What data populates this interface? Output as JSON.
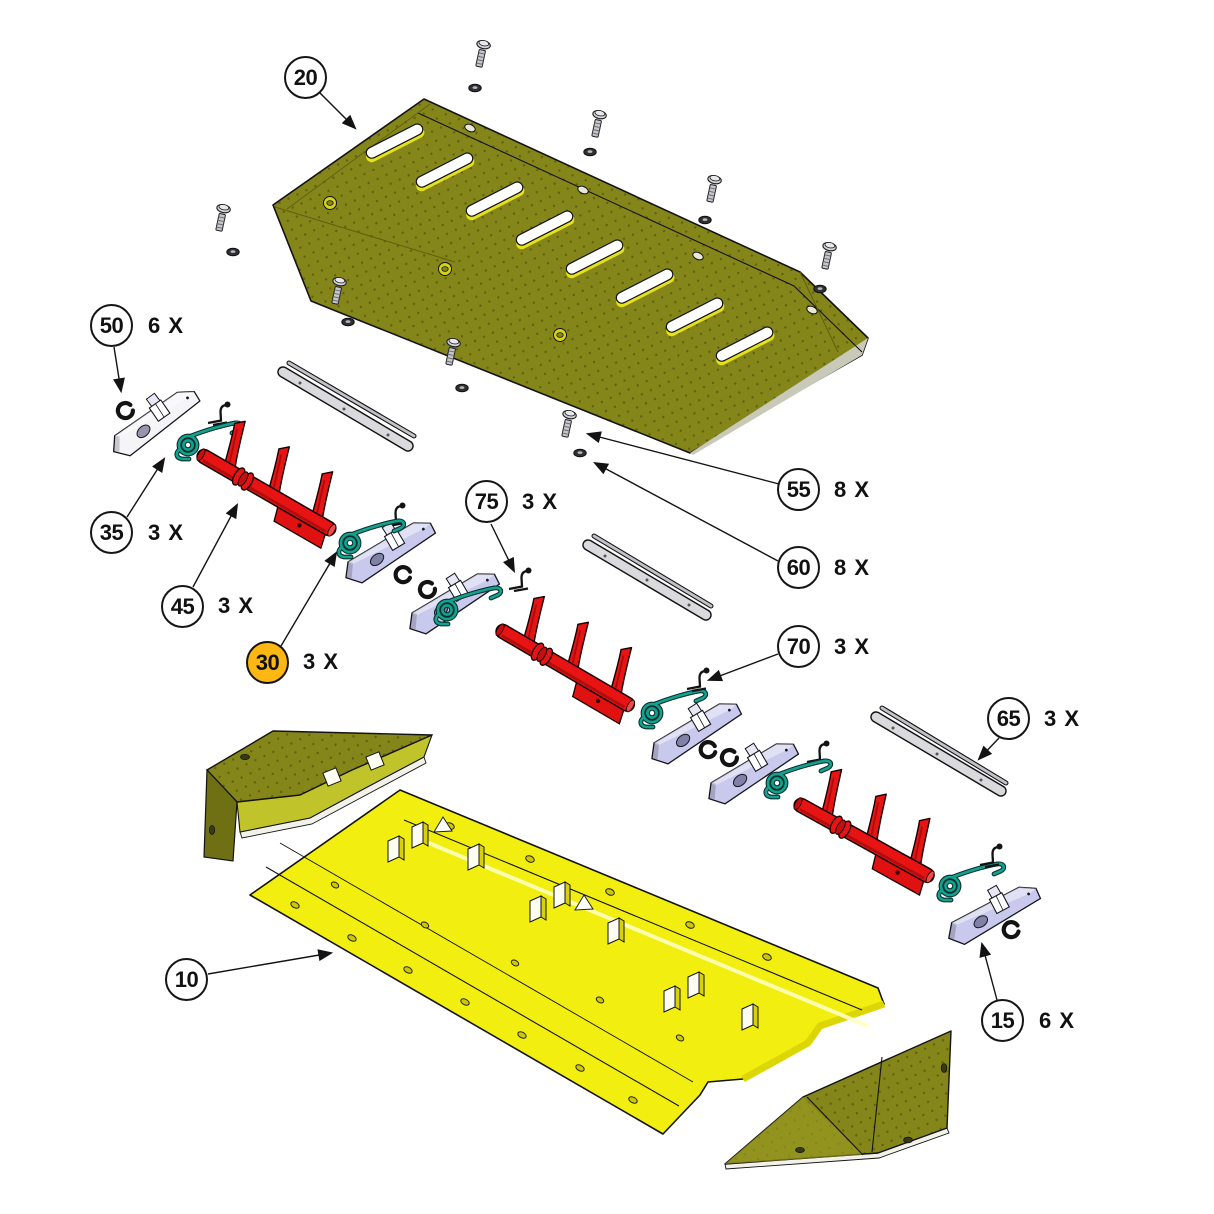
{
  "document": {
    "type": "exploded-parts-diagram",
    "background": "#ffffff"
  },
  "callouts": [
    {
      "number": "20",
      "qty": "",
      "highlighted": false
    },
    {
      "number": "50",
      "qty": "6 X",
      "highlighted": false
    },
    {
      "number": "35",
      "qty": "3 X",
      "highlighted": false
    },
    {
      "number": "45",
      "qty": "3 X",
      "highlighted": false
    },
    {
      "number": "30",
      "qty": "3 X",
      "highlighted": true
    },
    {
      "number": "75",
      "qty": "3 X",
      "highlighted": false
    },
    {
      "number": "55",
      "qty": "8 X",
      "highlighted": false
    },
    {
      "number": "60",
      "qty": "8 X",
      "highlighted": false
    },
    {
      "number": "70",
      "qty": "3 X",
      "highlighted": false
    },
    {
      "number": "65",
      "qty": "3 X",
      "highlighted": false
    },
    {
      "number": "15",
      "qty": "6 X",
      "highlighted": false
    },
    {
      "number": "10",
      "qty": "",
      "highlighted": false
    }
  ],
  "colors": {
    "balloon_highlight": "#fcb712",
    "top_cover_olive": "#85861a",
    "base_plate_yellow": "#f2ee10",
    "tine_bar_red": "#e81414",
    "torsion_spring_teal": "#12a291",
    "bracket_lavender": "#c9c9ed",
    "wear_bar_gray": "#d9d9de",
    "line_black": "#131313"
  }
}
